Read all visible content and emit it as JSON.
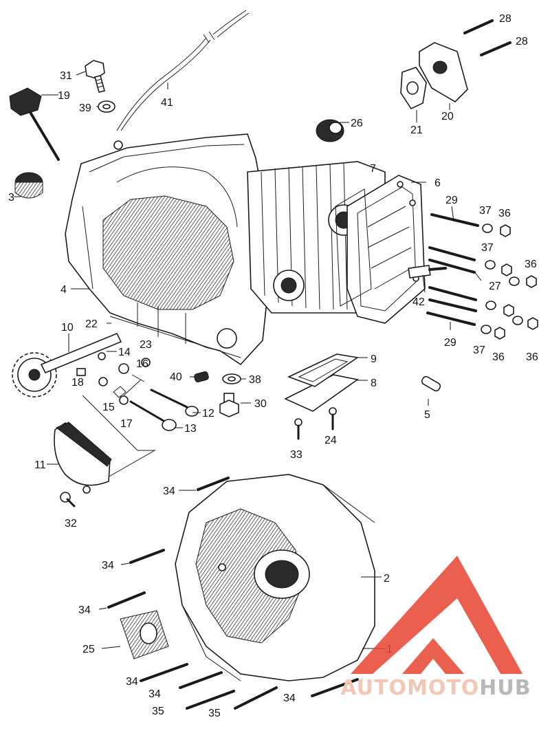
{
  "watermark": {
    "brand_part1": "AUTOMOTO",
    "brand_part2": "HUB",
    "logo_color": "#e8432f",
    "brand_color1": "#f2c7b5",
    "brand_color2": "#b8b8b8"
  },
  "labels": {
    "l1": "1",
    "l2": "2",
    "l3": "3",
    "l4": "4",
    "l5": "5",
    "l6": "6",
    "l7": "7",
    "l8": "8",
    "l9": "9",
    "l10": "10",
    "l11": "11",
    "l12": "12",
    "l13": "13",
    "l14": "14",
    "l15": "15",
    "l16": "16",
    "l17": "17",
    "l18": "18",
    "l19": "19",
    "l20": "20",
    "l21": "21",
    "l22": "22",
    "l23": "23",
    "l24": "24",
    "l25": "25",
    "l26": "26",
    "l27": "27",
    "l28": "28",
    "l29": "29",
    "l30": "30",
    "l31": "31",
    "l32": "32",
    "l33": "33",
    "l34": "34",
    "l35": "35",
    "l36": "36",
    "l37": "37",
    "l38": "38",
    "l39": "39",
    "l40": "40",
    "l41": "41",
    "l42": "42"
  }
}
